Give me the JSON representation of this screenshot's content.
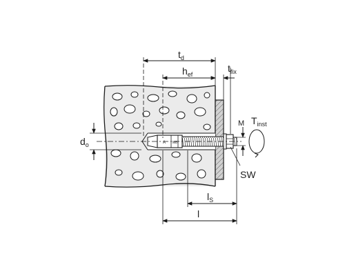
{
  "diagram": {
    "labels": {
      "td_main": "t",
      "td_sub": "d",
      "hef_main": "h",
      "hef_sub": "ef",
      "tfix_main": "t",
      "tfix_sub": "fix",
      "tinst_main": "T",
      "tinst_sub": "inst",
      "m": "M",
      "do_main": "d",
      "do_sub": "o",
      "sw": "SW",
      "ls_main": "l",
      "ls_sub": "S",
      "l": "l",
      "bolt_marking_a": "A",
      "bolt_marking_b": "M8"
    },
    "colors": {
      "line": "#1a1a1a",
      "concrete_fill": "#ebebeb",
      "plate_fill": "#cfcfcf",
      "bolt_fill": "#ffffff"
    }
  }
}
